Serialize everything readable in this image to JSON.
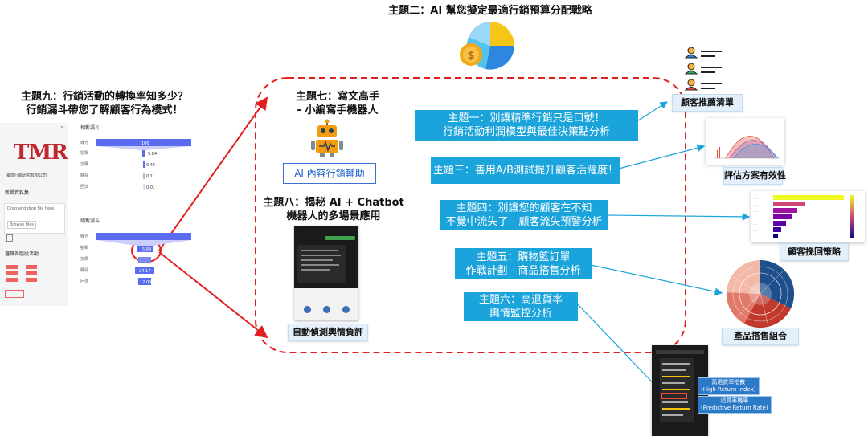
{
  "top_title": "主題二：AI 幫您擬定最適行銷預算分配戰略",
  "left": {
    "title_line1": "主題九：行銷活動的轉換率知多少？",
    "title_line2": "行銷漏斗帶您了解顧客行為模式！",
    "app_logo": "TMR",
    "app_org": "臺灣行銷研究有限公司",
    "app_section1": "新增資料集",
    "app_upload": "Drag and drop file here",
    "app_browse": "Browse files",
    "app_section2": "選擇各階段活動",
    "funnel_top_title": "相對漏斗",
    "funnel_bottom_title": "絕對漏斗",
    "funnel_top_values": [
      "100",
      "5.84",
      "0.45",
      "0.11",
      "0.01"
    ],
    "funnel_bottom_values": [
      "",
      "5.84",
      "",
      "24.17",
      "12.09"
    ]
  },
  "theme7": {
    "line1": "主題七：寫文高手",
    "line2": "- 小編寫手機器人",
    "button": "AI 內容行銷輔助"
  },
  "theme8": {
    "line1": "主題八：揭秘 AI + Chatbot",
    "line2": "機器人的多場景應用",
    "label": "自動偵測輿情負評"
  },
  "boxes": {
    "t1": [
      "主題一：別讓精準行銷只是口號！",
      "行銷活動利潤模型與最佳決策點分析"
    ],
    "t3": [
      "主題三：善用A/B測試提升顧客活躍度！"
    ],
    "t4": [
      "主題四：別讓您的顧客在不知",
      "不覺中流失了 - 顧客流失預警分析"
    ],
    "t5": [
      "主題五：購物籃訂單",
      "作戰計劃 - 商品搭售分析"
    ],
    "t6": [
      "主題六：高退貨率",
      "輿情監控分析"
    ]
  },
  "right_labels": {
    "r1": "顧客推薦清單",
    "r2": "評估方案有效性",
    "r3": "顧客挽回策略",
    "r4": "產品搭售組合"
  },
  "callouts": {
    "c1_line1": "高退貨率指數",
    "c1_line2": "(High Return Index)",
    "c2_line1": "退貨率機率",
    "c2_line2": "(Predictive Return Rate)"
  },
  "colors": {
    "blue_box": "#1ba3db",
    "dashed_border": "#e02020",
    "label_bg": "#e3f0fb",
    "funnel": "#5b6cf0"
  }
}
